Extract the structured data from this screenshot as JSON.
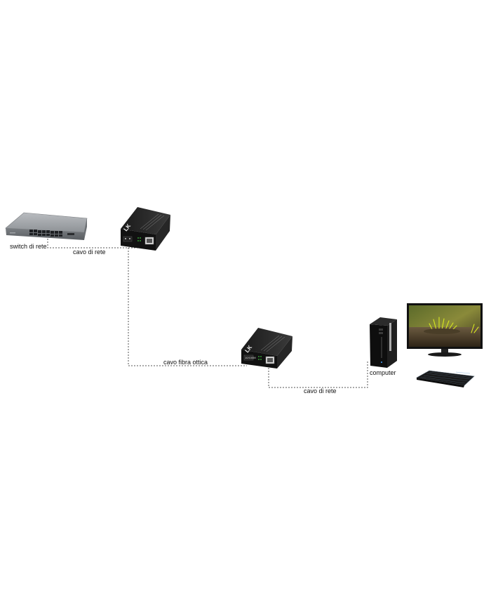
{
  "labels": {
    "switch": "switch di rete",
    "cable_top": "cavo di rete",
    "fiber": "cavo fibra ottica",
    "cable_bottom": "cavo di rete",
    "computer": "computer"
  },
  "devices": {
    "converter_logo": "LK",
    "converter_badge": "10/100M"
  }
}
